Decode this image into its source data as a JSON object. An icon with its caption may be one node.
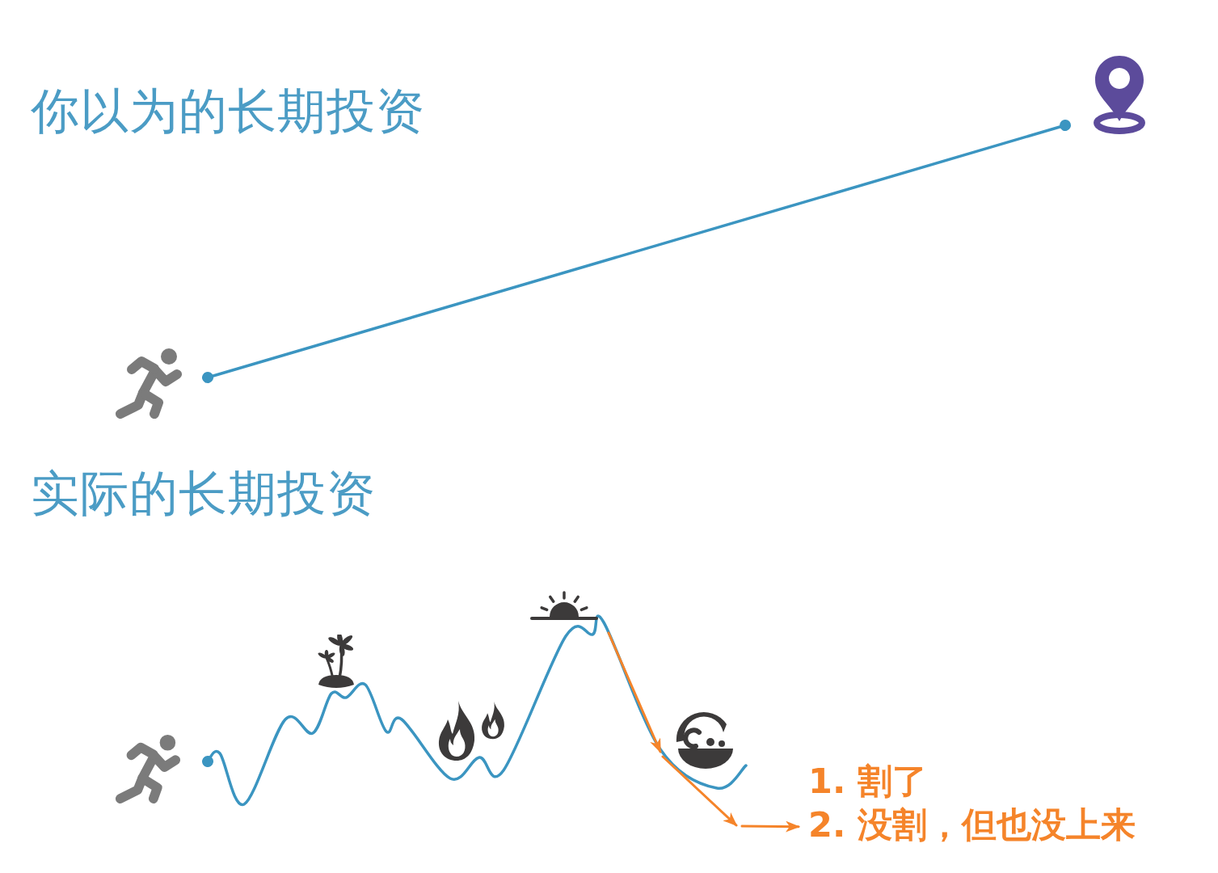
{
  "diagram": {
    "nodes": [
      {
        "text": [],
        "shape": "person"
      },
      {
        "text": [],
        "shape": "picture"
      },
      {
        "text": [],
        "shape": "person"
      },
      {
        "text": [
          "2. 没割，但也没上来"
        ]
      }
    ],
    "edges": [
      {
        "from": 0,
        "to": 1,
        "arrow": "other"
      },
      {
        "from": 2,
        "to": null,
        "arrow": "other"
      },
      {
        "from": null,
        "to": 3,
        "arrow": "to",
        "color": "#f5842a"
      }
    ],
    "labels": [
      "你以为的长期投资",
      "实际的长期投资",
      "1. 割了"
    ]
  }
}
